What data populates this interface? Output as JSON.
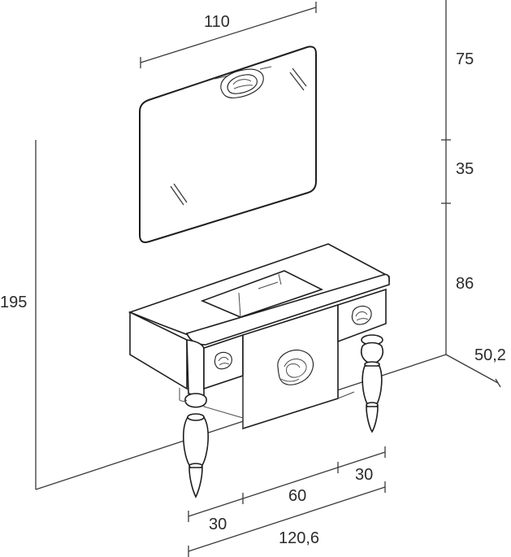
{
  "dimensions": {
    "mirror_width": "110",
    "mirror_height": "75",
    "gap_mirror_to_cabinet": "35",
    "cabinet_height": "86",
    "total_height": "195",
    "depth": "50,2",
    "side_module_right": "30",
    "center_module": "60",
    "side_module_left": "30",
    "total_width": "120,6"
  }
}
